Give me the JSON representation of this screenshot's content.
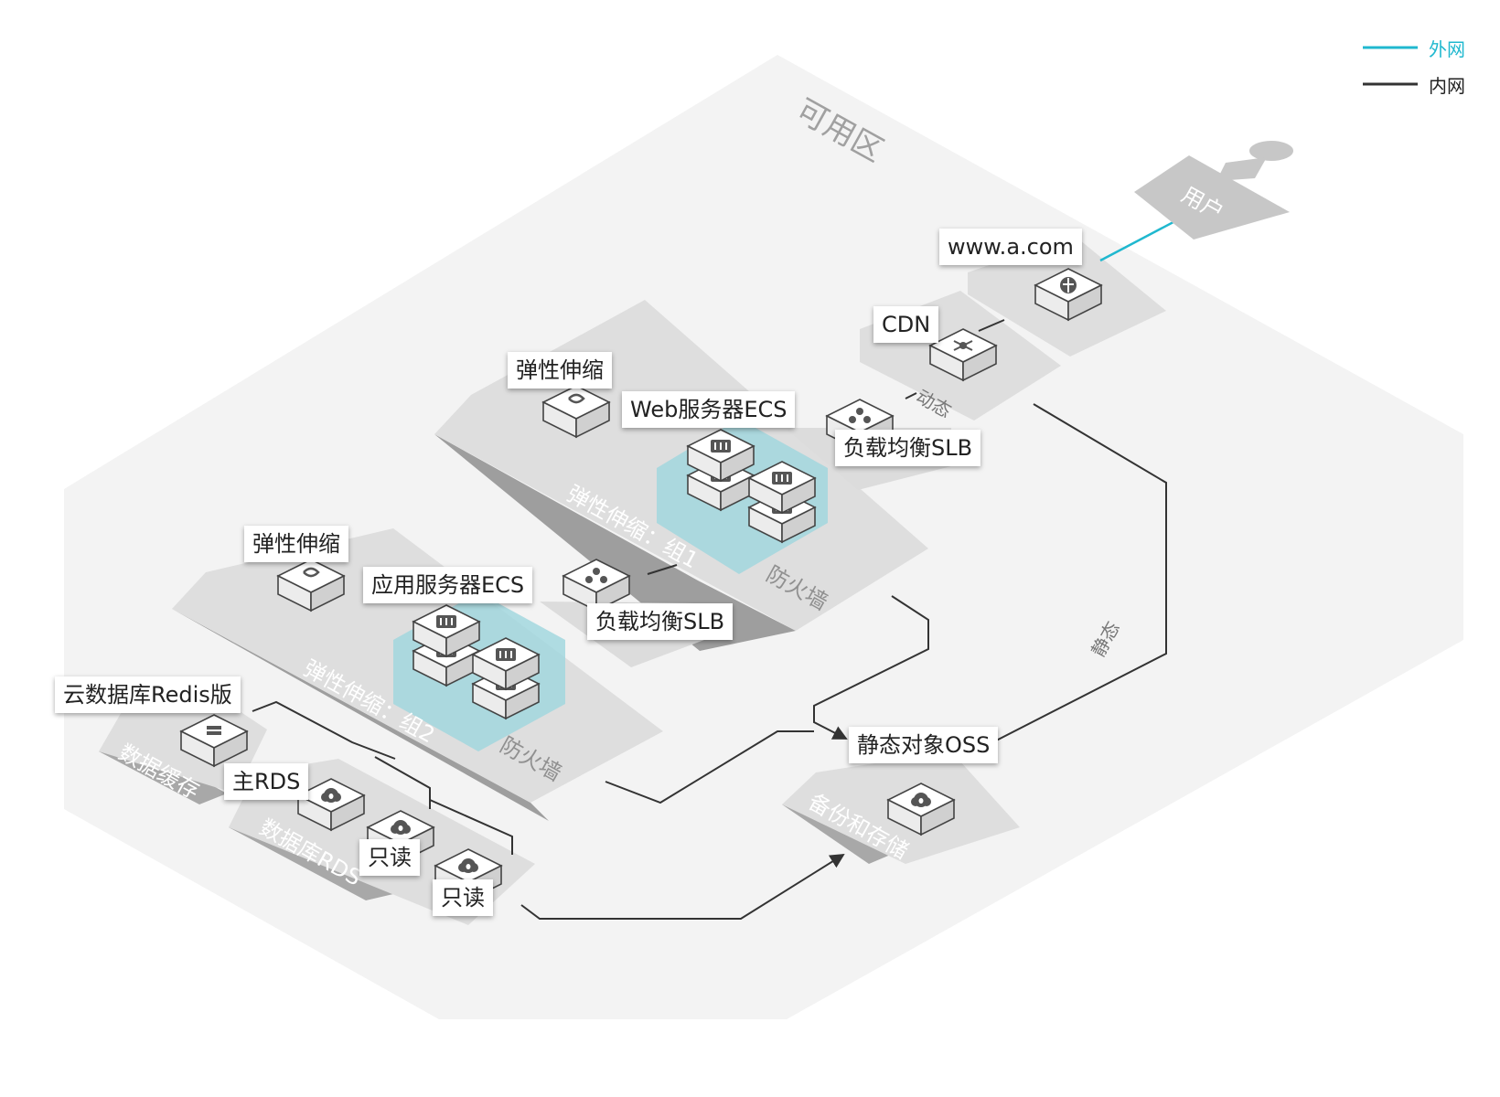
{
  "legend": {
    "external": {
      "label": "外网",
      "color": "#20b8cf"
    },
    "internal": {
      "label": "内网",
      "color": "#333333"
    }
  },
  "zone_label": "可用区",
  "user": {
    "label": "用户"
  },
  "nodes": {
    "www": {
      "label": "www.a.com",
      "icon": "globe-icon"
    },
    "cdn": {
      "label": "CDN",
      "icon": "network-hub-icon"
    },
    "web_scaling": {
      "label": "弹性伸缩",
      "icon": "autoscale-icon"
    },
    "web_ecs": {
      "label": "Web服务器ECS",
      "icon": "server-icon"
    },
    "web_slb": {
      "label": "负载均衡SLB",
      "icon": "load-balancer-icon"
    },
    "app_scaling": {
      "label": "弹性伸缩",
      "icon": "autoscale-icon"
    },
    "app_ecs": {
      "label": "应用服务器ECS",
      "icon": "server-icon"
    },
    "app_slb": {
      "label": "负载均衡SLB",
      "icon": "load-balancer-icon"
    },
    "redis": {
      "label": "云数据库Redis版",
      "icon": "cache-db-icon"
    },
    "rds_master": {
      "label": "主RDS",
      "icon": "database-icon"
    },
    "rds_read1": {
      "label": "只读",
      "icon": "database-icon"
    },
    "rds_read2": {
      "label": "只读",
      "icon": "database-icon"
    },
    "oss": {
      "label": "静态对象OSS",
      "icon": "storage-icon"
    }
  },
  "platforms": {
    "group1": "弹性伸缩：组1",
    "group2": "弹性伸缩：组2",
    "firewall1": "防火墙",
    "firewall2": "防火墙",
    "cache": "数据缓存",
    "rds": "数据库RDS",
    "backup": "备份和存储"
  },
  "edges": {
    "dynamic": "动态",
    "static": "静态"
  }
}
